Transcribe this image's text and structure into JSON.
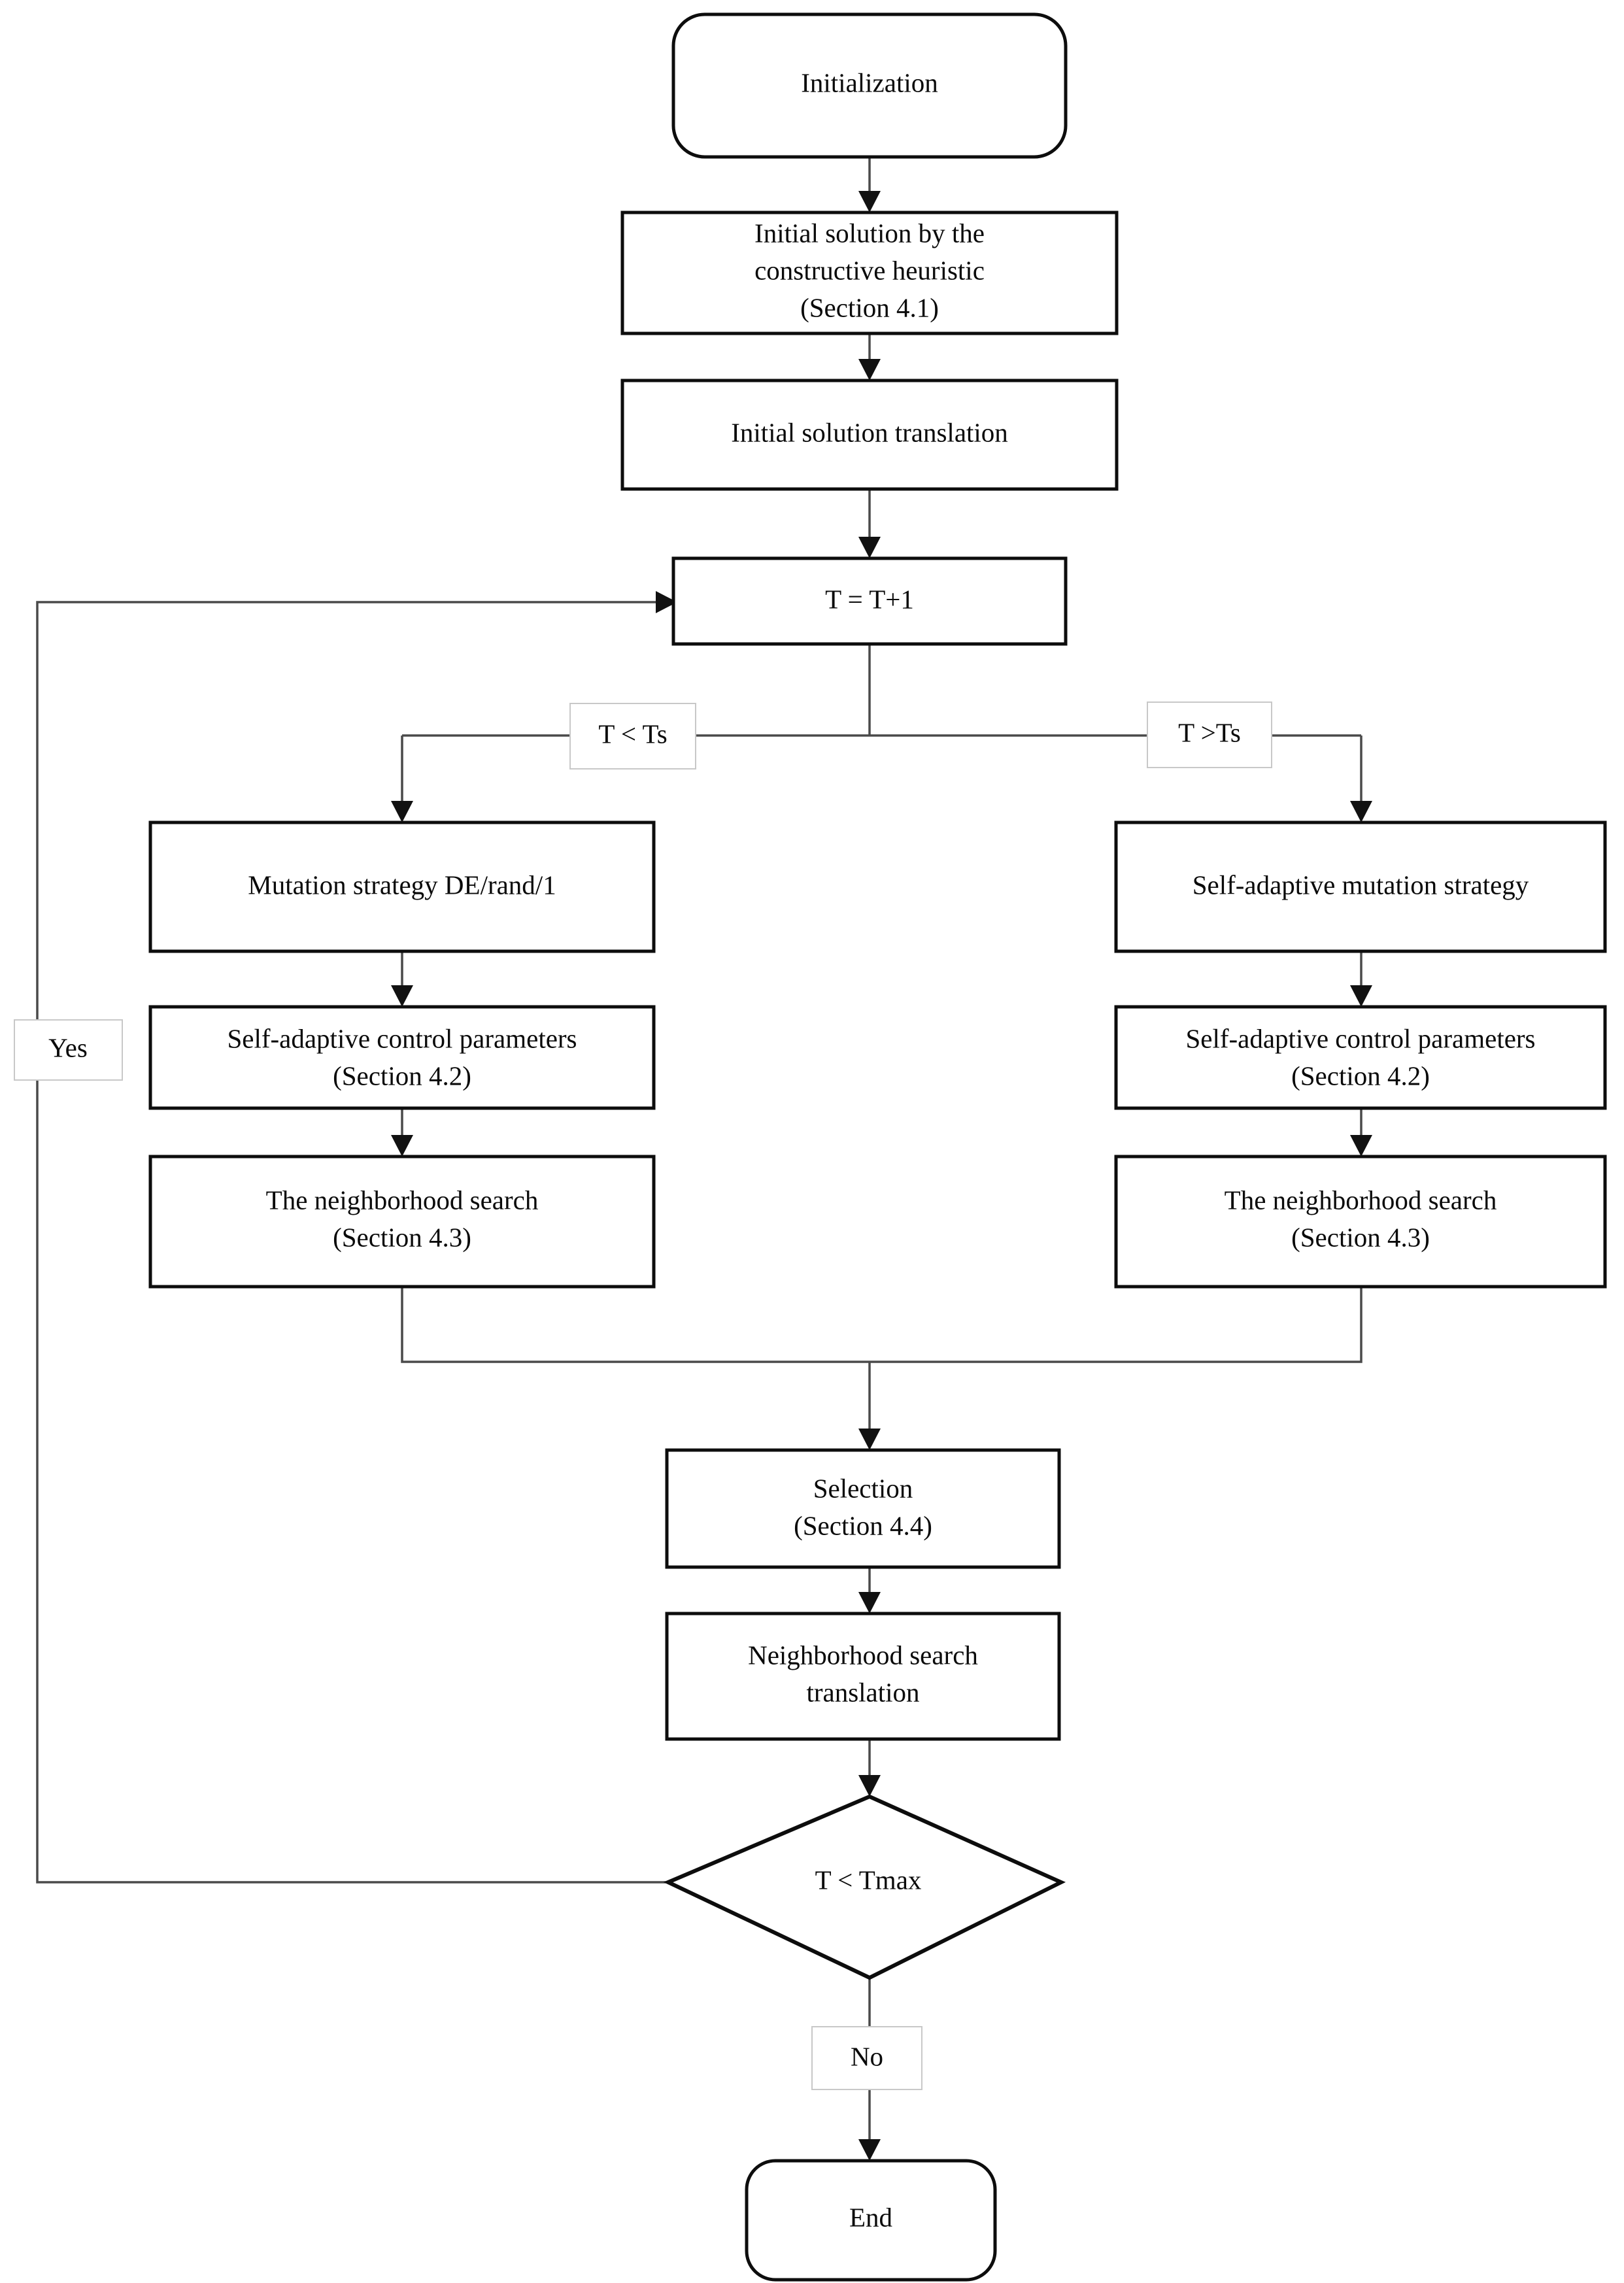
{
  "diagram": {
    "title": "Algorithm flowchart",
    "type": "flowchart",
    "colors": {
      "background": "#ffffff",
      "node_stroke": "#0d0d0d",
      "edge_stroke": "#4a4a4a",
      "text": "#0a0a0a",
      "label_box_stroke": "#c8c8c8"
    }
  },
  "nodes": {
    "initialization": {
      "label": "Initialization",
      "shape": "terminal"
    },
    "initial_solution_heuristic": {
      "line1": "Initial solution by the",
      "line2": "constructive heuristic",
      "line3": "(Section 4.1)",
      "shape": "process"
    },
    "initial_solution_translation": {
      "line1": "Initial solution translation",
      "shape": "process"
    },
    "increment_counter": {
      "line1": "T = T+1",
      "shape": "process"
    },
    "mutation_de_rand_1": {
      "line1": "Mutation strategy DE/rand/1",
      "shape": "process"
    },
    "self_adaptive_control_left": {
      "line1": "Self-adaptive control parameters",
      "line2": "(Section 4.2)",
      "shape": "process"
    },
    "neighborhood_search_left": {
      "line1": "The neighborhood search",
      "line2": "(Section 4.3)",
      "shape": "process"
    },
    "self_adaptive_mutation_right": {
      "line1": "Self-adaptive mutation strategy",
      "shape": "process"
    },
    "self_adaptive_control_right": {
      "line1": "Self-adaptive control parameters",
      "line2": "(Section 4.2)",
      "shape": "process"
    },
    "neighborhood_search_right": {
      "line1": "The neighborhood search",
      "line2": "(Section 4.3)",
      "shape": "process"
    },
    "selection": {
      "line1": "Selection",
      "line2": "(Section 4.4)",
      "shape": "process"
    },
    "neighborhood_search_translation": {
      "line1": "Neighborhood search",
      "line2": "translation",
      "shape": "process"
    },
    "decision_tmax": {
      "label": "T < Tmax",
      "shape": "decision"
    },
    "end": {
      "label": "End",
      "shape": "terminal"
    }
  },
  "edge_labels": {
    "t_less_ts": "T < Ts",
    "t_greater_ts": "T >Ts",
    "yes": "Yes",
    "no": "No"
  }
}
